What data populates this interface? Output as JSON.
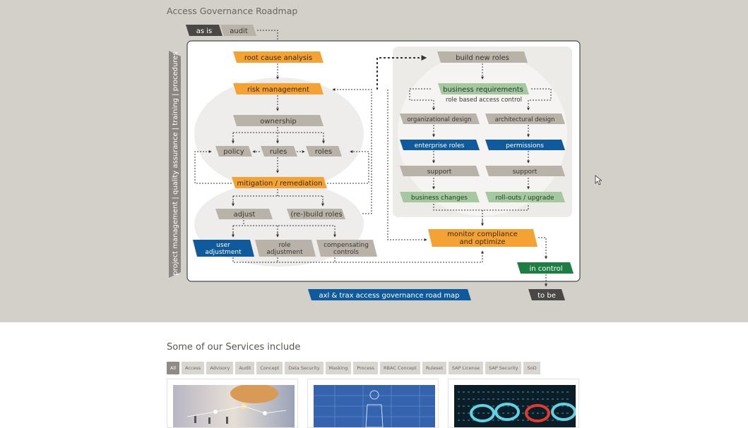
{
  "roadmap": {
    "title": "Access Governance Roadmap",
    "as_is": "as is",
    "audit": "audit",
    "side_label": "project management | quality assurance | training | procedures",
    "left_column": {
      "root_cause": "root cause analysis",
      "risk_management": "risk management",
      "ownership": "ownership",
      "policy": "policy",
      "rules": "rules",
      "roles": "roles",
      "mitigation": "mitigation / remediation",
      "adjust": "adjust",
      "rebuild_roles": "(re-)build roles",
      "user_adjustment": [
        "user",
        "adjustment"
      ],
      "role_adjustment": [
        "role",
        "adjustment"
      ],
      "compensating_controls": [
        "compensating",
        "controls"
      ]
    },
    "right_column": {
      "build_new_roles": "build new roles",
      "business_requirements": "business requirements",
      "rbac": "role based access control",
      "organizational_design": "organizational design",
      "architectural_design": "architectural design",
      "enterprise_roles": "enterprise roles",
      "permissions": "permissions",
      "support_left": "support",
      "support_right": "support",
      "business_changes": "business changes",
      "rollouts": "roll-outs / upgrade",
      "monitor": [
        "monitor compliance",
        "and optimize"
      ],
      "in_control": "in control",
      "to_be": "to be"
    },
    "footer_banner": "axl & trax access governance road map",
    "colors": {
      "orange": "#f4a233",
      "gray": "#b9b2a9",
      "blue": "#0f5a9c",
      "green_light": "#a6c8a0",
      "green_dark": "#1e7d43",
      "dark": "#4a4846"
    }
  },
  "services": {
    "title": "Some of our Services include",
    "filters": [
      "All",
      "Access",
      "Advisory",
      "Audit",
      "Concept",
      "Data Security",
      "Masking",
      "Process",
      "RBAC Concept",
      "Ruleset",
      "SAP License",
      "SAP Security",
      "SoD"
    ],
    "active_filter": "All",
    "cards": [
      {
        "image_icon": "hand-network-image"
      },
      {
        "image_icon": "blueprint-person-image"
      },
      {
        "image_icon": "chain-lock-image"
      }
    ]
  }
}
